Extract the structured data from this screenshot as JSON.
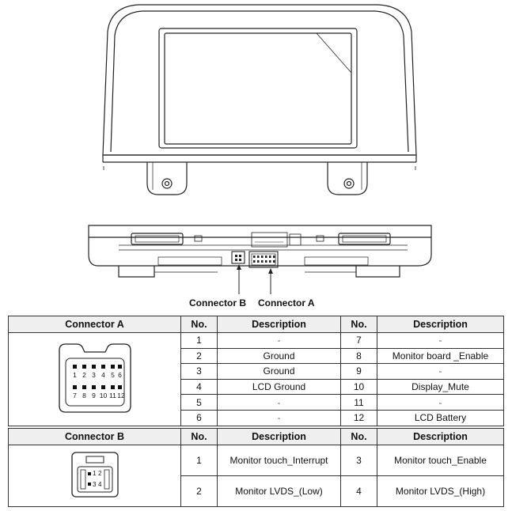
{
  "labels": {
    "connector_b": "Connector B",
    "connector_a": "Connector A"
  },
  "table_a": {
    "header": [
      "Connector A",
      "No.",
      "Description",
      "No.",
      "Description"
    ],
    "rows": [
      {
        "no1": "1",
        "desc1": "-",
        "no2": "7",
        "desc2": "-"
      },
      {
        "no1": "2",
        "desc1": "Ground",
        "no2": "8",
        "desc2": "Monitor board _Enable"
      },
      {
        "no1": "3",
        "desc1": "Ground",
        "no2": "9",
        "desc2": "-"
      },
      {
        "no1": "4",
        "desc1": "LCD Ground",
        "no2": "10",
        "desc2": "Display_Mute"
      },
      {
        "no1": "5",
        "desc1": "-",
        "no2": "11",
        "desc2": "-"
      },
      {
        "no1": "6",
        "desc1": "-",
        "no2": "12",
        "desc2": "LCD Battery"
      }
    ],
    "pins_top": [
      "1",
      "2",
      "3",
      "4",
      "5",
      "6"
    ],
    "pins_bottom": [
      "7",
      "8",
      "9",
      "10",
      "11",
      "12"
    ]
  },
  "table_b": {
    "header": [
      "Connector B",
      "No.",
      "Description",
      "No.",
      "Description"
    ],
    "rows": [
      {
        "no1": "1",
        "desc1": "Monitor touch_Interrupt",
        "no2": "3",
        "desc2": "Monitor touch_Enable"
      },
      {
        "no1": "2",
        "desc1": "Monitor LVDS_(Low)",
        "no2": "4",
        "desc2": "Monitor LVDS_(High)"
      }
    ],
    "pins_top": [
      "1",
      "2"
    ],
    "pins_bottom": [
      "3",
      "4"
    ]
  }
}
